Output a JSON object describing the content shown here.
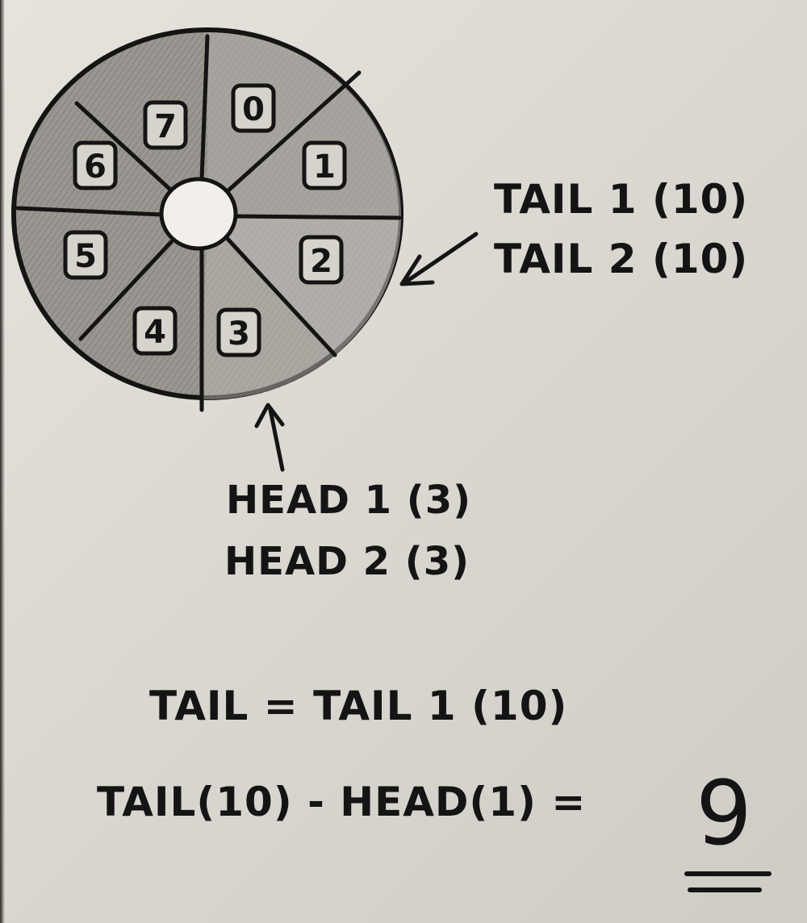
{
  "ring": {
    "slots": [
      "0",
      "1",
      "2",
      "3",
      "4",
      "5",
      "6",
      "7"
    ]
  },
  "labels": {
    "tail1": "TAIL 1 (10)",
    "tail2": "TAIL 2 (10)",
    "head1": "HEAD 1 (3)",
    "head2": "HEAD 2 (3)"
  },
  "equations": {
    "tail": "TAIL = TAIL 1 (10)",
    "difference": "TAIL(10) - HEAD(1) =",
    "result": "9"
  },
  "colors": {
    "ink": "#141414",
    "shade": "#8f8b86",
    "paper": "#e2ded8"
  }
}
